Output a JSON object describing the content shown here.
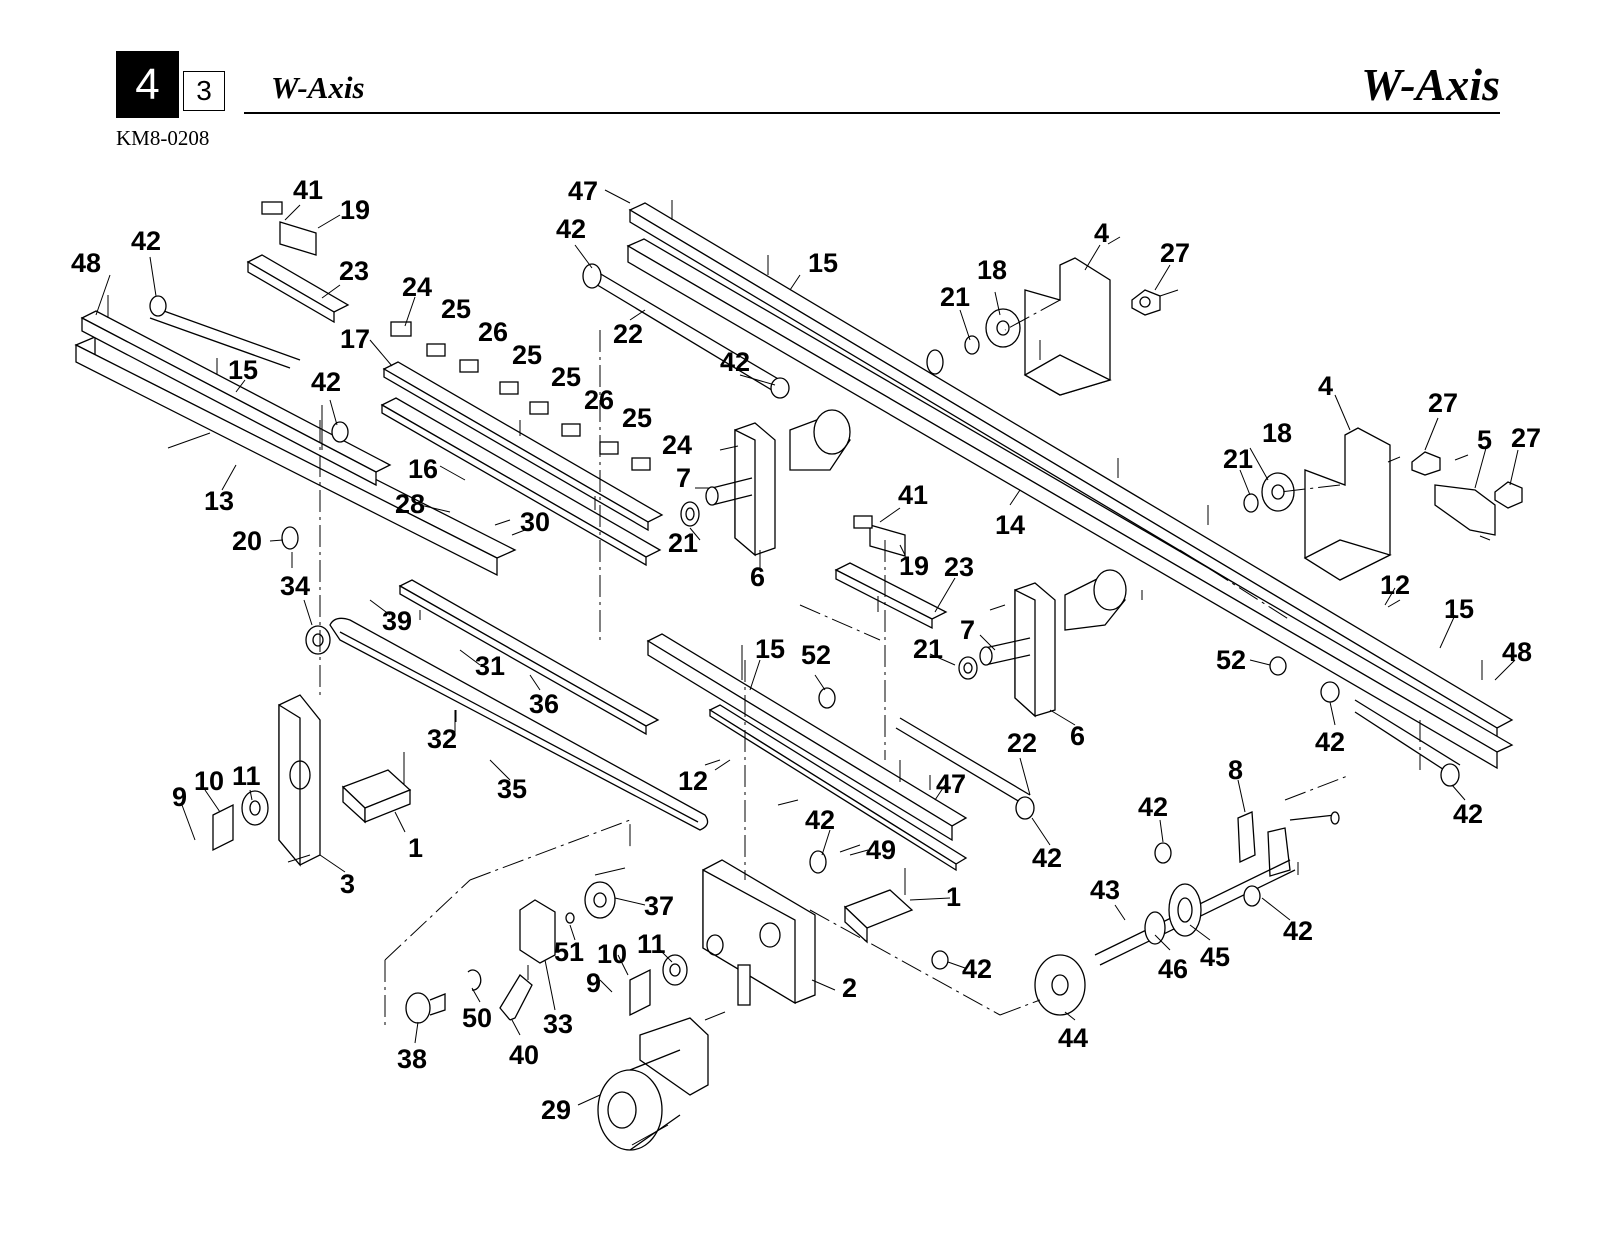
{
  "header": {
    "chapter": "4",
    "section": "3",
    "title_left": "W-Axis",
    "title_right": "W-Axis",
    "code": "KM8-0208"
  },
  "callouts": [
    {
      "id": "c1",
      "text": "41"
    },
    {
      "id": "c2",
      "text": "19"
    },
    {
      "id": "c3",
      "text": "42"
    },
    {
      "id": "c4",
      "text": "48"
    },
    {
      "id": "c5",
      "text": "23"
    },
    {
      "id": "c6",
      "text": "24"
    },
    {
      "id": "c7",
      "text": "25"
    },
    {
      "id": "c8",
      "text": "26"
    },
    {
      "id": "c9",
      "text": "17"
    },
    {
      "id": "c10",
      "text": "25"
    },
    {
      "id": "c11",
      "text": "25"
    },
    {
      "id": "c12",
      "text": "15"
    },
    {
      "id": "c13",
      "text": "42"
    },
    {
      "id": "c14",
      "text": "26"
    },
    {
      "id": "c15",
      "text": "25"
    },
    {
      "id": "c16",
      "text": "24"
    },
    {
      "id": "c17",
      "text": "16"
    },
    {
      "id": "c18",
      "text": "13"
    },
    {
      "id": "c19",
      "text": "28"
    },
    {
      "id": "c20",
      "text": "30"
    },
    {
      "id": "c21",
      "text": "20"
    },
    {
      "id": "c22",
      "text": "34"
    },
    {
      "id": "c23",
      "text": "39"
    },
    {
      "id": "c24",
      "text": "31"
    },
    {
      "id": "c25",
      "text": "36"
    },
    {
      "id": "c26",
      "text": "32"
    },
    {
      "id": "c27",
      "text": "35"
    },
    {
      "id": "c28",
      "text": "9"
    },
    {
      "id": "c29",
      "text": "10"
    },
    {
      "id": "c30",
      "text": "11"
    },
    {
      "id": "c31",
      "text": "1"
    },
    {
      "id": "c32",
      "text": "3"
    },
    {
      "id": "c33",
      "text": "47"
    },
    {
      "id": "c34",
      "text": "42"
    },
    {
      "id": "c35",
      "text": "15"
    },
    {
      "id": "c36",
      "text": "22"
    },
    {
      "id": "c37",
      "text": "42"
    },
    {
      "id": "c38",
      "text": "7"
    },
    {
      "id": "c39",
      "text": "21"
    },
    {
      "id": "c40",
      "text": "6"
    },
    {
      "id": "c41",
      "text": "21"
    },
    {
      "id": "c42",
      "text": "18"
    },
    {
      "id": "c43",
      "text": "4"
    },
    {
      "id": "c44",
      "text": "27"
    },
    {
      "id": "c45",
      "text": "14"
    },
    {
      "id": "c46",
      "text": "41"
    },
    {
      "id": "c47",
      "text": "19"
    },
    {
      "id": "c48",
      "text": "23"
    },
    {
      "id": "c49",
      "text": "21"
    },
    {
      "id": "c50",
      "text": "7"
    },
    {
      "id": "c51",
      "text": "6"
    },
    {
      "id": "c52",
      "text": "15"
    },
    {
      "id": "c53",
      "text": "52"
    },
    {
      "id": "c54",
      "text": "12"
    },
    {
      "id": "c55",
      "text": "47"
    },
    {
      "id": "c56",
      "text": "22"
    },
    {
      "id": "c57",
      "text": "42"
    },
    {
      "id": "c58",
      "text": "42"
    },
    {
      "id": "c59",
      "text": "49"
    },
    {
      "id": "c60",
      "text": "1"
    },
    {
      "id": "c61",
      "text": "4"
    },
    {
      "id": "c62",
      "text": "27"
    },
    {
      "id": "c63",
      "text": "18"
    },
    {
      "id": "c64",
      "text": "21"
    },
    {
      "id": "c65",
      "text": "5"
    },
    {
      "id": "c66",
      "text": "27"
    },
    {
      "id": "c67",
      "text": "12"
    },
    {
      "id": "c68",
      "text": "15"
    },
    {
      "id": "c69",
      "text": "52"
    },
    {
      "id": "c70",
      "text": "48"
    },
    {
      "id": "c71",
      "text": "42"
    },
    {
      "id": "c72",
      "text": "8"
    },
    {
      "id": "c73",
      "text": "42"
    },
    {
      "id": "c74",
      "text": "42"
    },
    {
      "id": "c75",
      "text": "43"
    },
    {
      "id": "c76",
      "text": "46"
    },
    {
      "id": "c77",
      "text": "45"
    },
    {
      "id": "c78",
      "text": "42"
    },
    {
      "id": "c79",
      "text": "37"
    },
    {
      "id": "c80",
      "text": "51"
    },
    {
      "id": "c81",
      "text": "10"
    },
    {
      "id": "c82",
      "text": "11"
    },
    {
      "id": "c83",
      "text": "9"
    },
    {
      "id": "c84",
      "text": "42"
    },
    {
      "id": "c85",
      "text": "2"
    },
    {
      "id": "c86",
      "text": "44"
    },
    {
      "id": "c87",
      "text": "33"
    },
    {
      "id": "c88",
      "text": "50"
    },
    {
      "id": "c89",
      "text": "40"
    },
    {
      "id": "c90",
      "text": "38"
    },
    {
      "id": "c91",
      "text": "29"
    }
  ]
}
